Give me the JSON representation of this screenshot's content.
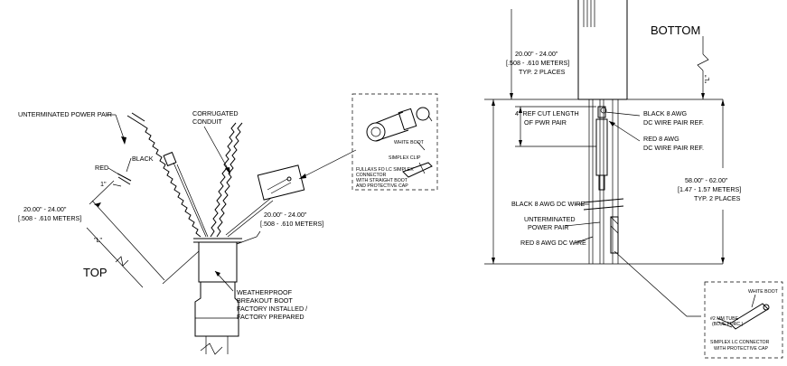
{
  "left_view": {
    "unterminated_power_pair": "UNTERMINATED POWER PAIR",
    "corrugated_line1": "CORRUGATED",
    "corrugated_line2": "CONDUIT",
    "black": "BLACK",
    "red": "RED",
    "one_inch": "1\"",
    "dim_inches": "20.00\" - 24.00\"",
    "dim_meters": "[.508 - .610 METERS]",
    "L": "\"L\"",
    "top": "TOP",
    "dim2_inches": "20.00\" - 24.00\"",
    "dim2_meters": "[.508 - .610 METERS]",
    "boot_line1": "WEATHERPROOF",
    "boot_line2": "BREAKOUT BOOT",
    "boot_line3": "FACTORY INSTALLED /",
    "boot_line4": "FACTORY PREPARED"
  },
  "detail_box": {
    "white_boot": "WHITE BOOT",
    "simplex_clip": "SIMPLEX CLIP",
    "conn_line1": "FULLAXS FO LC SIMPLEX",
    "conn_line2": "CONNECTOR",
    "conn_line3": "WITH STRAIGHT BOOT",
    "conn_line4": "AND PROTECTIVE CAP"
  },
  "right_view": {
    "bottom": "BOTTOM",
    "L": "\"L\"",
    "dim_inches": "20.00\" - 24.00\"",
    "dim_meters": "[.508 - .610 METERS]",
    "typ": "TYP. 2 PLACES",
    "cut_line1": "4\" REF CUT LENGTH",
    "cut_line2": "OF PWR PAIR",
    "black_awg_line1": "BLACK 8 AWG",
    "black_awg_line2": "DC WIRE PAIR REF.",
    "red_awg_line1": "RED 8 AWG",
    "red_awg_line2": "DC WIRE PAIR REF.",
    "long_inches": "58.00\" - 62.00\"",
    "long_meters": "[1.47 - 1.57 METERS]",
    "long_typ": "TYP. 2 PLACES",
    "black_dc": "BLACK 8 AWG DC WIRE",
    "unterm_line1": "UNTERMINATED",
    "unterm_line2": "POWER PAIR",
    "red_dc": "RED 8 AWG DC WIRE"
  },
  "detail_box2": {
    "white_boot": "WHITE BOOT",
    "tube_line1": "#2 MM TUBE",
    "tube_line2": "(BLUE FURC.)",
    "conn_line1": "SIMPLEX LC CONNECTOR",
    "conn_line2": "WITH PROTECTIVE CAP"
  }
}
